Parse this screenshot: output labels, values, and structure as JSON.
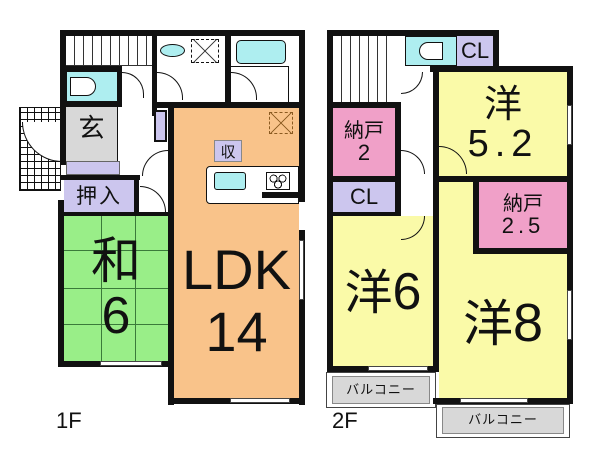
{
  "floor1": {
    "label": "1F",
    "rooms": {
      "entrance": {
        "label": "玄",
        "color": "#d8d8d8"
      },
      "closet_oshiire": {
        "label": "押入",
        "color": "#ccc6ee"
      },
      "washitsu": {
        "label": "和",
        "size": "6",
        "color": "#99ee88"
      },
      "ldk": {
        "label": "LDK",
        "size": "14",
        "color": "#f9c38a"
      },
      "storage": {
        "label": "収",
        "color": "#ccc6ee"
      },
      "toilet": {
        "color": "#aeeef0"
      },
      "bath": {
        "color": "#aeeef0"
      }
    }
  },
  "floor2": {
    "label": "2F",
    "rooms": {
      "nando_small": {
        "label": "納戸",
        "size": "2",
        "color": "#f0a0c8"
      },
      "cl_left": {
        "label": "CL",
        "color": "#ccc6ee"
      },
      "cl_top": {
        "label": "CL",
        "color": "#ccc6ee"
      },
      "yo_52": {
        "label": "洋",
        "size": "5.2",
        "color": "#fafaa8"
      },
      "nando_25": {
        "label": "納戸",
        "size": "2.5",
        "color": "#f0a0c8"
      },
      "yo_6": {
        "label": "洋",
        "size": "6",
        "color": "#fafaa8"
      },
      "yo_8": {
        "label": "洋",
        "size": "8",
        "color": "#fafaa8"
      },
      "toilet": {
        "color": "#aeeef0"
      },
      "balcony_left": {
        "label": "バルコニー",
        "color": "#d8d8d8"
      },
      "balcony_right": {
        "label": "バルコニー",
        "color": "#d8d8d8"
      }
    }
  }
}
